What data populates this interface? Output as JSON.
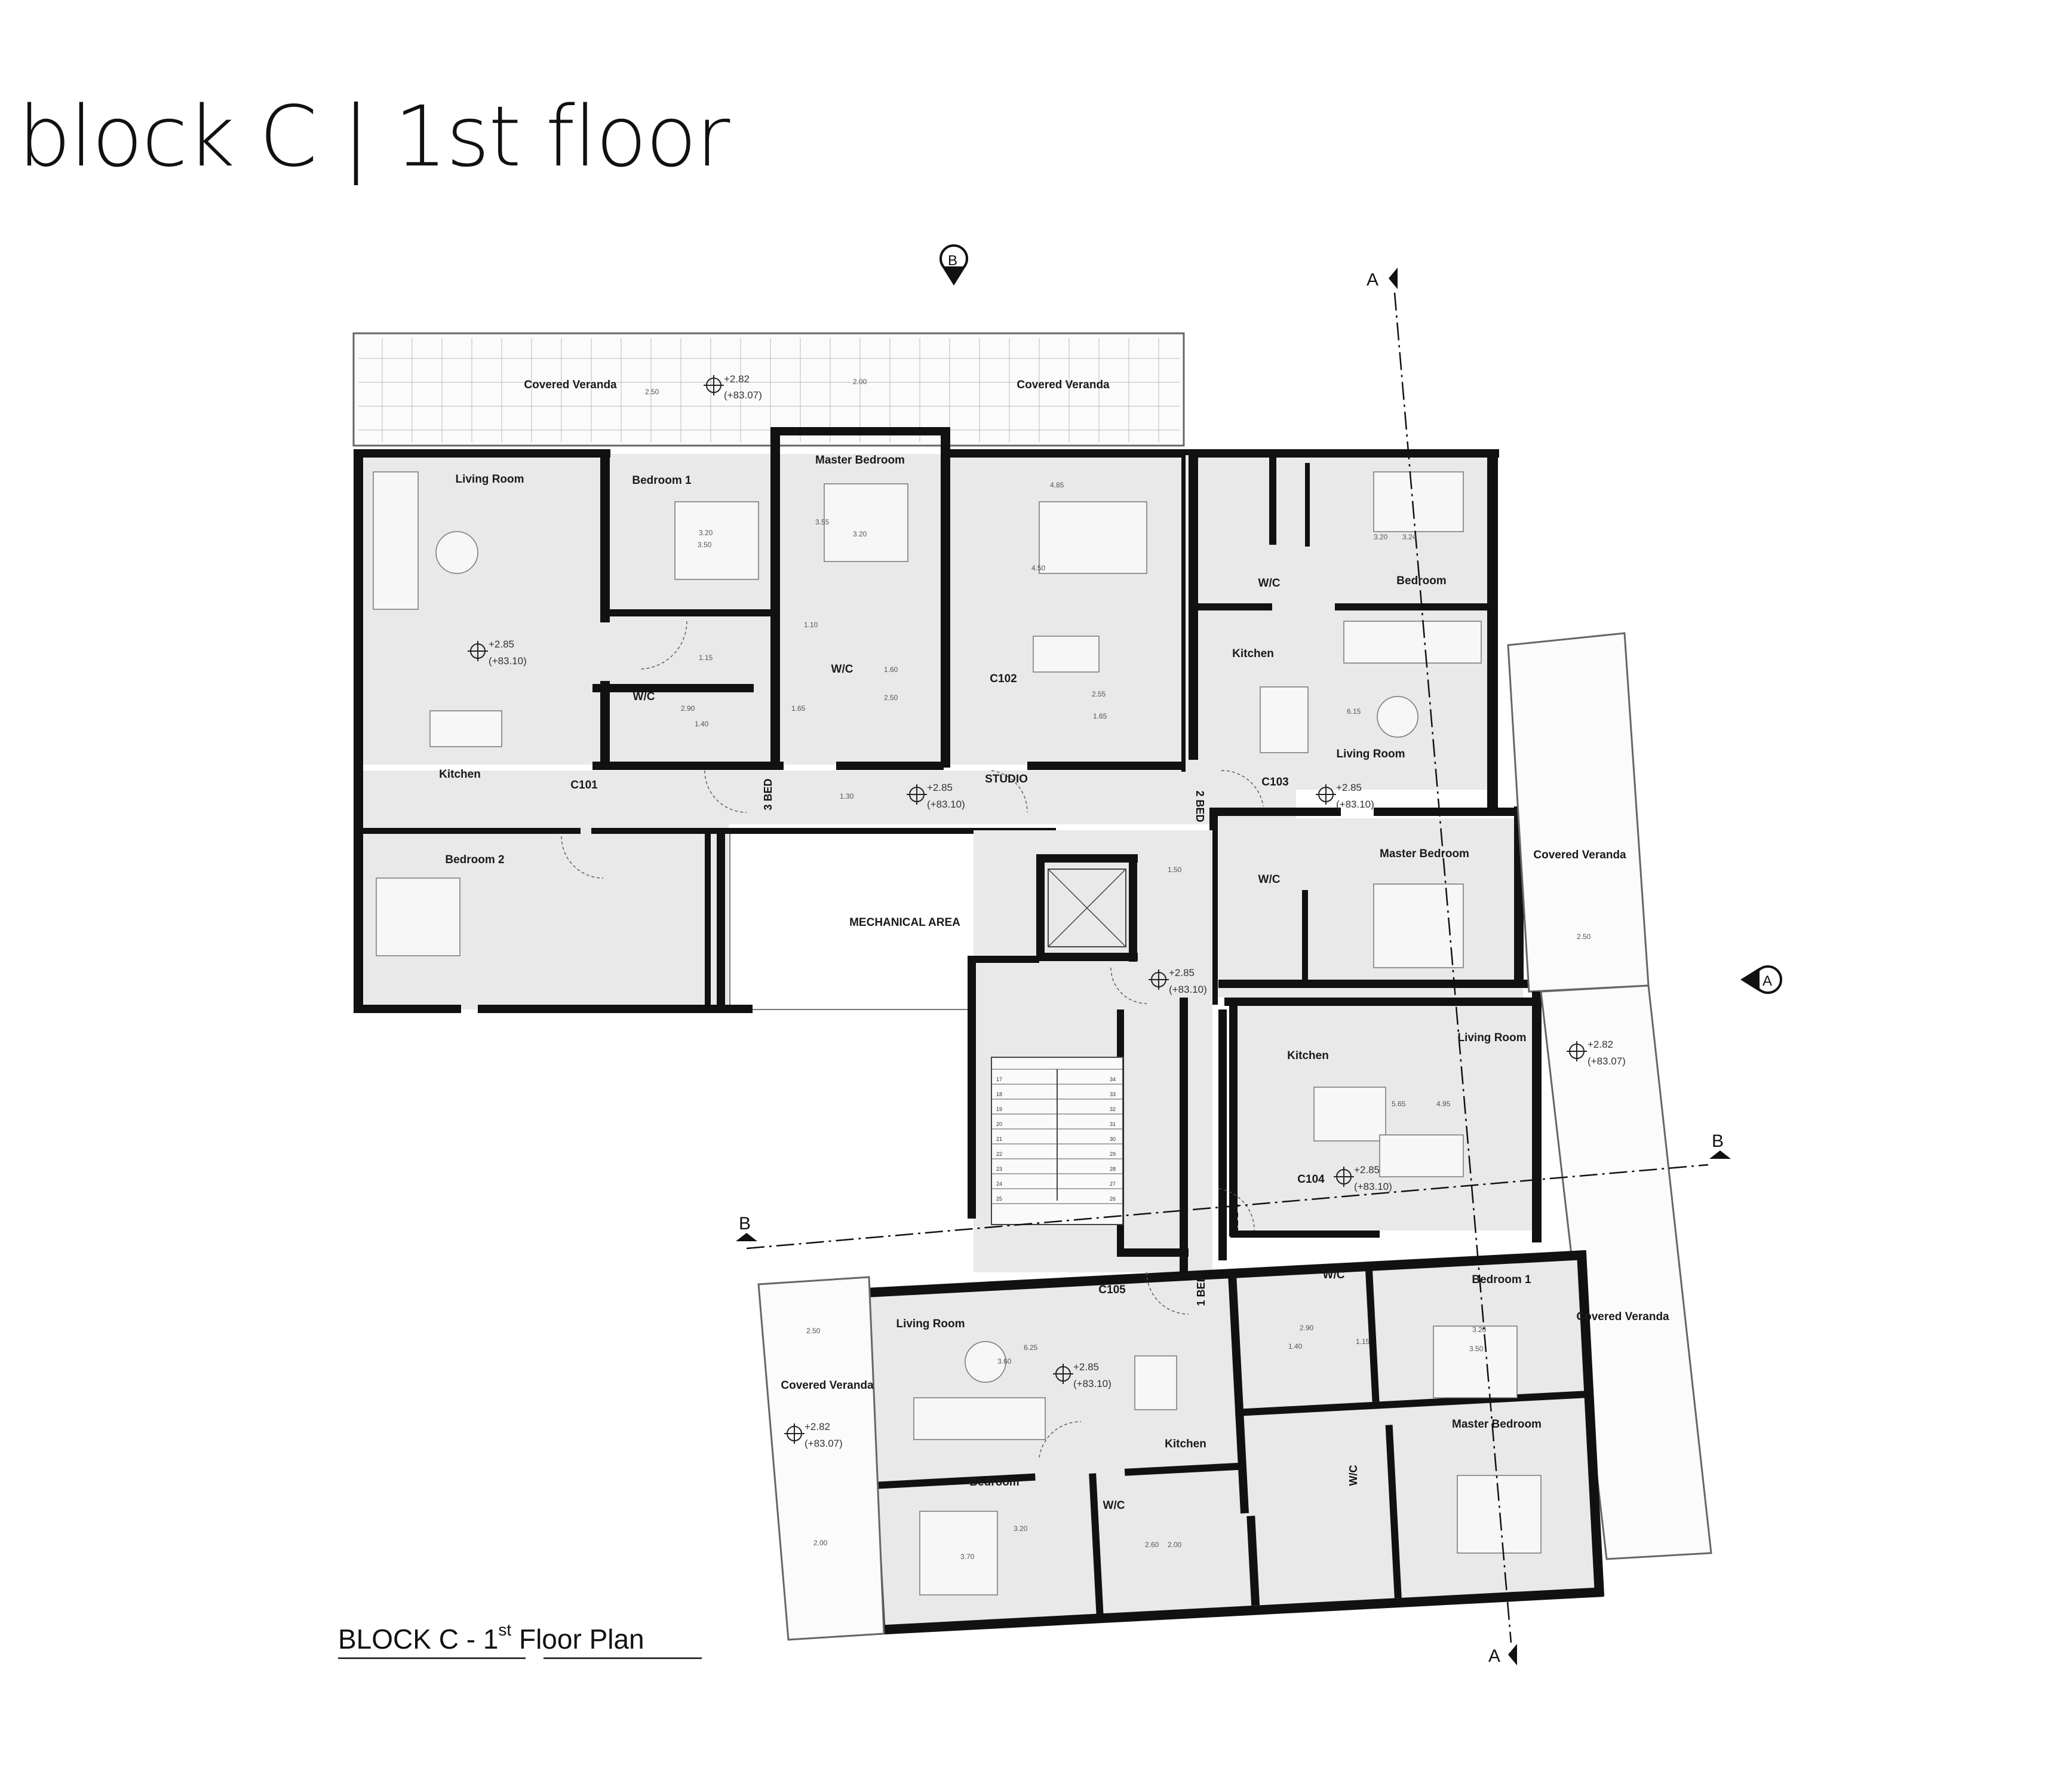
{
  "title": "block C | 1st floor",
  "caption": {
    "prefix": "BLOCK C - 1",
    "sup": "st",
    "suffix": " Floor Plan"
  },
  "markers": {
    "section_a": "A",
    "section_b": "B"
  },
  "units": {
    "c101": "C101",
    "c102": "C102",
    "c103": "C103",
    "c104": "C104",
    "c105": "C105"
  },
  "unit_types": {
    "three_bed": "3 BED",
    "studio": "STUDIO",
    "two_bed_1": "2 BED",
    "two_bed_2": "2 BED",
    "one_bed": "1 BED"
  },
  "rooms": {
    "veranda_top_left": "Covered Veranda",
    "veranda_top_right": "Covered Veranda",
    "veranda_right_upper": "Covered Veranda",
    "veranda_right_lower": "Covered Veranda",
    "veranda_bottom_left": "Covered Veranda",
    "c101_living": "Living Room",
    "c101_bedroom1": "Bedroom 1",
    "c101_master": "Master Bedroom",
    "c101_wc": "W/C",
    "c101_wc2": "W/C",
    "c101_kitchen": "Kitchen",
    "c101_bedroom2": "Bedroom 2",
    "mechanical": "MECHANICAL AREA",
    "c103_wc": "W/C",
    "c103_bedroom": "Bedroom",
    "c103_kitchen": "Kitchen",
    "c103_living": "Living Room",
    "c103_master": "Master Bedroom",
    "c103_wc2": "W/C",
    "c104_kitchen": "Kitchen",
    "c104_living": "Living Room",
    "c104_wc": "W/C",
    "c104_bedroom1": "Bedroom 1",
    "c104_master": "Master Bedroom",
    "c104_wc2": "W/C",
    "c105_living": "Living Room",
    "c105_kitchen": "Kitchen",
    "c105_bedroom": "Bedroom",
    "c105_wc": "W/C"
  },
  "levels": {
    "veranda_top": {
      "level": "+2.82",
      "abs": "(+83.07)"
    },
    "c101": {
      "level": "+2.85",
      "abs": "(+83.10)"
    },
    "corridor": {
      "level": "+2.85",
      "abs": "(+83.10)"
    },
    "c103": {
      "level": "+2.85",
      "abs": "(+83.10)"
    },
    "lift_lobby": {
      "level": "+2.85",
      "abs": "(+83.10)"
    },
    "veranda_right": {
      "level": "+2.82",
      "abs": "(+83.07)"
    },
    "c104": {
      "level": "+2.85",
      "abs": "(+83.10)"
    },
    "c105": {
      "level": "+2.85",
      "abs": "(+83.10)"
    },
    "veranda_bottom": {
      "level": "+2.82",
      "abs": "(+83.07)"
    }
  },
  "dimensions": {
    "d1": "2.50",
    "d2": "2.00",
    "d3": "3.20",
    "d4": "3.50",
    "d5": "3.55",
    "d6": "3.20",
    "d7": "1.10",
    "d8": "1.15",
    "d9": "2.90",
    "d10": "1.40",
    "d11": "1.65",
    "d12": "1.60",
    "d13": "2.50",
    "d14": "4.85",
    "d15": "4.50",
    "d16": "2.55",
    "d17": "1.65",
    "d18": "3.20",
    "d19": "3.24",
    "d20": "6.15",
    "d21": "1.30",
    "d22": "1.50",
    "d23": "2.50",
    "d24": "5.65",
    "d25": "4.95",
    "d26": "2.90",
    "d27": "1.40",
    "d28": "1.15",
    "d29": "3.20",
    "d30": "3.50",
    "d31": "2.50",
    "d32": "3.60",
    "d33": "6.25",
    "d34": "2.00",
    "d35": "3.70",
    "d36": "3.20",
    "d37": "2.60",
    "d38": "2.00"
  },
  "stair_steps": {
    "left": [
      "17",
      "18",
      "19",
      "20",
      "21",
      "22",
      "23",
      "24",
      "25"
    ],
    "right": [
      "34",
      "33",
      "32",
      "31",
      "30",
      "29",
      "28",
      "27",
      "26"
    ]
  }
}
